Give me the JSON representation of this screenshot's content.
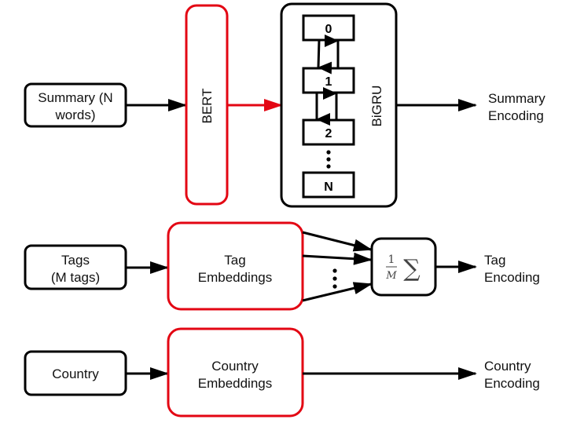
{
  "diagram": {
    "summary_branch": {
      "input_lines": [
        "Summary (N",
        "words)"
      ],
      "encoder_label": "BERT",
      "rnn_label": "BiGRU",
      "rnn_cells": [
        "0",
        "1",
        "2",
        "N"
      ],
      "output_lines": [
        "Summary",
        "Encoding"
      ]
    },
    "tag_branch": {
      "input_lines": [
        "Tags",
        "(M tags)"
      ],
      "embedding_lines": [
        "Tag",
        "Embeddings"
      ],
      "aggregator": {
        "numerator": "1",
        "denominator": "M",
        "operator": "∑"
      },
      "output_lines": [
        "Tag",
        "Encoding"
      ]
    },
    "country_branch": {
      "input_lines": [
        "Country"
      ],
      "embedding_lines": [
        "Country",
        "Embeddings"
      ],
      "output_lines": [
        "Country",
        "Encoding"
      ]
    },
    "colors": {
      "highlight": "#e30613",
      "stroke": "#000000"
    }
  }
}
